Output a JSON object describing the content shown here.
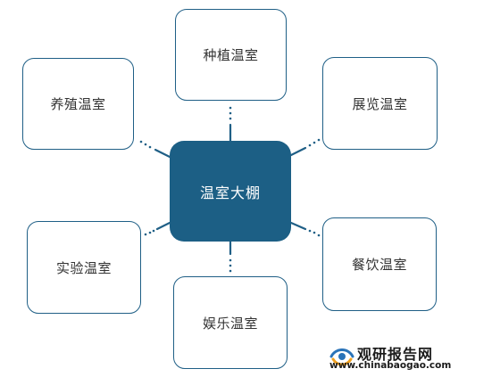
{
  "diagram": {
    "center": {
      "label": "温室大棚"
    },
    "nodes": {
      "top": {
        "label": "种植温室"
      },
      "top_left": {
        "label": "养殖温室"
      },
      "top_right": {
        "label": "展览温室"
      },
      "bottom_left": {
        "label": "实验温室"
      },
      "bottom_right": {
        "label": "餐饮温室"
      },
      "bottom": {
        "label": "娱乐温室"
      }
    }
  },
  "watermark": {
    "name": "观研报告网",
    "url": "www.chinabaogao.com"
  },
  "colors": {
    "hub": "#1c5f85",
    "border": "#1f5f86",
    "connector": "#1f5f86",
    "logo_blue": "#2a73b8",
    "logo_orange": "#f0a01e"
  }
}
